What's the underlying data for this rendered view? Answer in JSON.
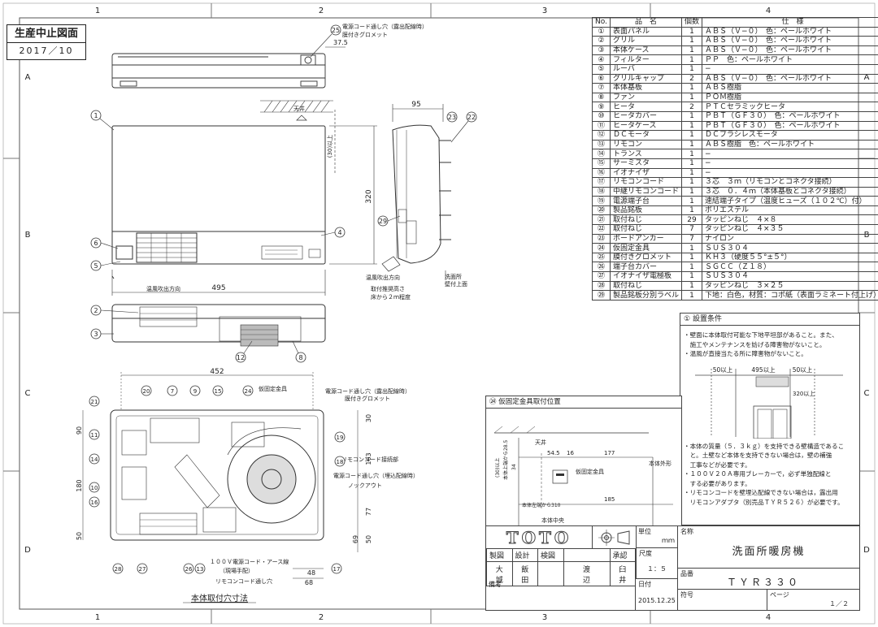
{
  "stamp": {
    "title": "生産中止図面",
    "date": "2017／10"
  },
  "grid": {
    "cols": [
      "1",
      "2",
      "3",
      "4"
    ],
    "rows": [
      "A",
      "B",
      "C",
      "D"
    ]
  },
  "parts_header": [
    "No.",
    "品　名",
    "個数",
    "仕　様"
  ],
  "parts": [
    [
      "①",
      "表面パネル",
      "1",
      "ＡＢＳ（Ｖ−０）　色：ペールホワイト"
    ],
    [
      "②",
      "グリル",
      "1",
      "ＡＢＳ（Ｖ−０）　色：ペールホワイト"
    ],
    [
      "③",
      "本体ケース",
      "1",
      "ＡＢＳ（Ｖ−０）　色：ペールホワイト"
    ],
    [
      "④",
      "フィルター",
      "1",
      "ＰＰ　色：ペールホワイト"
    ],
    [
      "⑤",
      "ルーバ",
      "1",
      "−"
    ],
    [
      "⑥",
      "グリルキャップ",
      "2",
      "ＡＢＳ（Ｖ−０）　色：ペールホワイト"
    ],
    [
      "⑦",
      "本体基板",
      "1",
      "ＡＢＳ樹脂"
    ],
    [
      "⑧",
      "ファン",
      "1",
      "ＰＯＭ樹脂"
    ],
    [
      "⑨",
      "ヒータ",
      "2",
      "ＰＴＣセラミックヒータ"
    ],
    [
      "⑩",
      "ヒータカバー",
      "1",
      "ＰＢＴ（ＧＦ３０）　色：ペールホワイト"
    ],
    [
      "⑪",
      "ヒータケース",
      "1",
      "ＰＢＴ（ＧＦ３０）　色：ペールホワイト"
    ],
    [
      "⑫",
      "ＤＣモータ",
      "1",
      "ＤＣブラシレスモータ"
    ],
    [
      "⑬",
      "リモコン",
      "1",
      "ＡＢＳ樹脂　色：ペールホワイト"
    ],
    [
      "⑭",
      "トランス",
      "1",
      "−"
    ],
    [
      "⑮",
      "サーミスタ",
      "1",
      "−"
    ],
    [
      "⑯",
      "イオナイザ",
      "1",
      "−"
    ],
    [
      "⑰",
      "リモコンコード",
      "1",
      "３芯　３ｍ（リモコンとコネクタ接続）"
    ],
    [
      "⑱",
      "中継リモコンコード",
      "1",
      "３芯　０．４ｍ（本体基板とコネクタ接続）"
    ],
    [
      "⑲",
      "電源端子台",
      "1",
      "速結端子タイプ（温度ヒューズ（１０２℃）付）"
    ],
    [
      "⑳",
      "製品銘板",
      "1",
      "ポリエステル"
    ],
    [
      "㉑",
      "取付ねじ",
      "29",
      "タッピンねじ　４×８"
    ],
    [
      "㉒",
      "取付ねじ",
      "7",
      "タッピンねじ　４×３５"
    ],
    [
      "㉓",
      "ボードアンカー",
      "7",
      "ナイロン"
    ],
    [
      "㉔",
      "仮固定金具",
      "1",
      "ＳＵＳ３０４"
    ],
    [
      "㉕",
      "膜付きグロメット",
      "1",
      "ＫＨ３（硬度５５°±５°）"
    ],
    [
      "㉖",
      "端子台カバー",
      "1",
      "ＳＧＣＣ（Ｚ１８）"
    ],
    [
      "㉗",
      "イオナイザ電極板",
      "1",
      "ＳＵＳ３０４"
    ],
    [
      "㉘",
      "取付ねじ",
      "1",
      "タッピンねじ　３×２５"
    ],
    [
      "㉙",
      "製品銘板分別ラベル",
      "1",
      "下地：白色，材質：コポ紙（表面ラミネート付上げ）"
    ]
  ],
  "conditions": {
    "title": "設置条件",
    "num": "①",
    "lines": [
      "・壁面に本体取付可能な下地平坦部があること。また、",
      "　施工やメンテナンスを妨げる障害物がないこと。",
      "・温風が直接当たる所に障害物がないこと。"
    ],
    "dims": [
      "50以上",
      "495以上",
      "50以上",
      "320以上"
    ],
    "lines2": [
      "・本体の質量（５．３ｋｇ）を支持できる壁構造であるこ",
      "　と。土壁など本体を支持できない場合は，壁の補強",
      "　工事などが必要です。",
      "・１００Ｖ２０Ａ専用ブレーカーで，必ず単独配線と",
      "　する必要があります。",
      "・リモコンコードを壁埋込配線できない場合は，露出用",
      "　リモコンアダプタ（別売品ＴＹＲ５２６）が必要です。"
    ]
  },
  "top_view": {
    "labels": [
      "電源コード通し穴（露出配線時）",
      "膜付きグロメット"
    ],
    "dim": "37.5",
    "ceiling": "天井"
  },
  "front_view": {
    "width": "495",
    "height": "320",
    "side_dim": "(30)以上",
    "outlet": "温風吹出方向"
  },
  "side_view": {
    "depth": "95",
    "outlet": "温風吹出方向",
    "install_h": [
      "取付推奨高さ",
      "床から２ｍ程度"
    ],
    "wall": [
      "洗面所",
      "壁付上面"
    ]
  },
  "back_view": {
    "width": "452",
    "title": "本体取付穴寸法",
    "labels": [
      "仮固定金具",
      "電源コード通し穴（露出配線時）",
      "膜付きグロメット",
      "リモコンコード接続部",
      "電源コード通し穴（埋込配線時）",
      "ノックアウト",
      "１００Ｖ電源コード・アース線",
      "（現場手配）",
      "リモコンコード通し穴"
    ],
    "dims_left": [
      "90",
      "180",
      "50"
    ],
    "dims_right": [
      "30",
      "163",
      "77",
      "69",
      "50"
    ],
    "dims_bottom": [
      "48",
      "68"
    ]
  },
  "bracket": {
    "title": "仮固定金具取付位置",
    "num": "㉔",
    "labels": [
      "天井",
      "仮固定金具",
      "本体外形",
      "本体左端から310",
      "本体中央",
      "(30)以上",
      "本体上端から28.5"
    ],
    "dims": [
      "54.5",
      "16",
      "177",
      "185",
      "34"
    ]
  },
  "title_block": {
    "logo": "TOTO",
    "unit_label": "単位",
    "unit": "ｍｍ",
    "scale_label": "尺度",
    "scale": "１：５",
    "name_label": "名称",
    "name": "洗面所暖房機",
    "product_label": "品番",
    "product": "ＴＹＲ３３０",
    "page_label": "ページ",
    "page": "１／２",
    "date_label": "日付",
    "date": "2015.12.25",
    "symbol_label": "符号",
    "roles": [
      "製図",
      "設計",
      "検図",
      "",
      "承認"
    ],
    "names": [
      "大\n城",
      "飯\n田",
      "",
      "渡\n辺",
      "臼\n井"
    ],
    "memo_label": "備考"
  }
}
